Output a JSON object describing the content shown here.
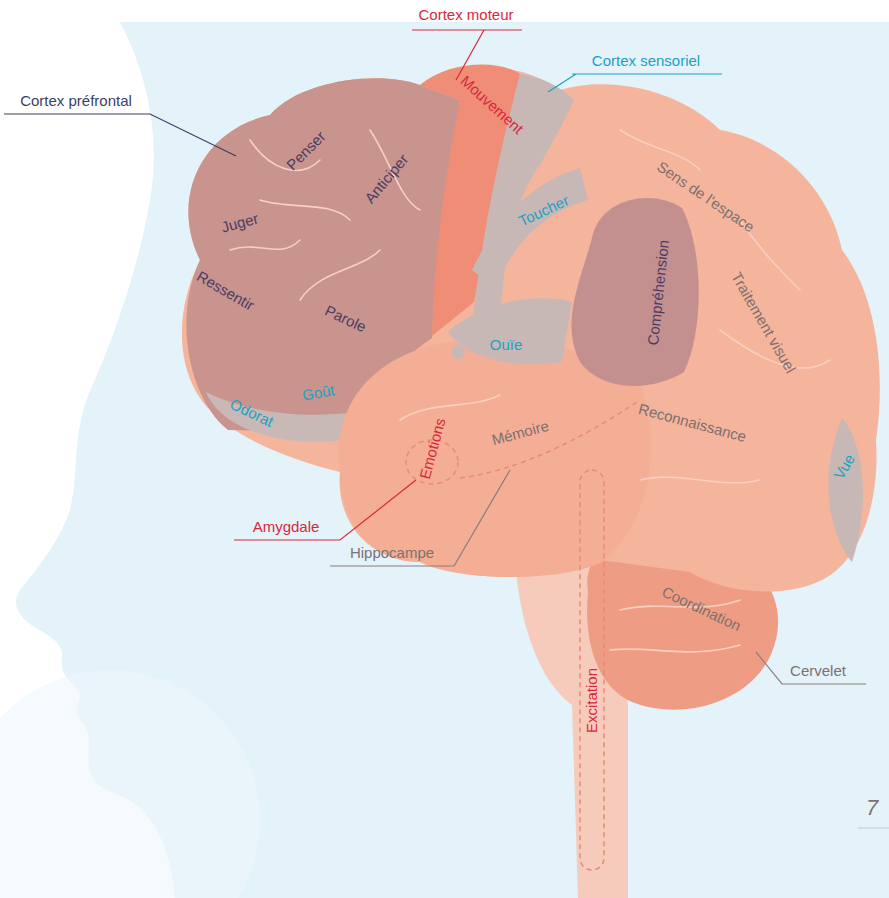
{
  "diagram": {
    "labels": [
      "Cortex moteur",
      "Cortex sensoriel",
      "Cortex préfrontal",
      "Mouvement",
      "Penser",
      "Anticiper",
      "Toucher",
      "Sens de l'espace",
      "Juger",
      "Compréhension",
      "Ressentir",
      "Parole",
      "Traitement visuel",
      "Ouïe",
      "Odorat",
      "Goût",
      "Emotions",
      "Mémoire",
      "Reconnaissance",
      "Vue",
      "Amygdale",
      "Hippocampe",
      "Coordination",
      "Cervelet",
      "Excitation",
      "7"
    ]
  }
}
